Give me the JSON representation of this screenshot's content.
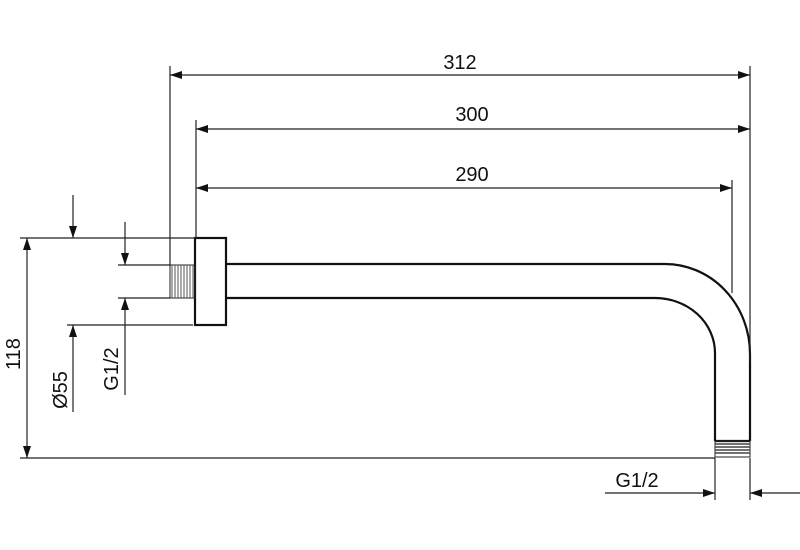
{
  "drawing": {
    "dimensions": {
      "overall_length": "312",
      "length_to_outlet": "300",
      "straight_length": "290",
      "height": "118",
      "flange_diameter": "Ø55",
      "wall_thread": "G1/2",
      "outlet_thread": "G1/2"
    }
  }
}
